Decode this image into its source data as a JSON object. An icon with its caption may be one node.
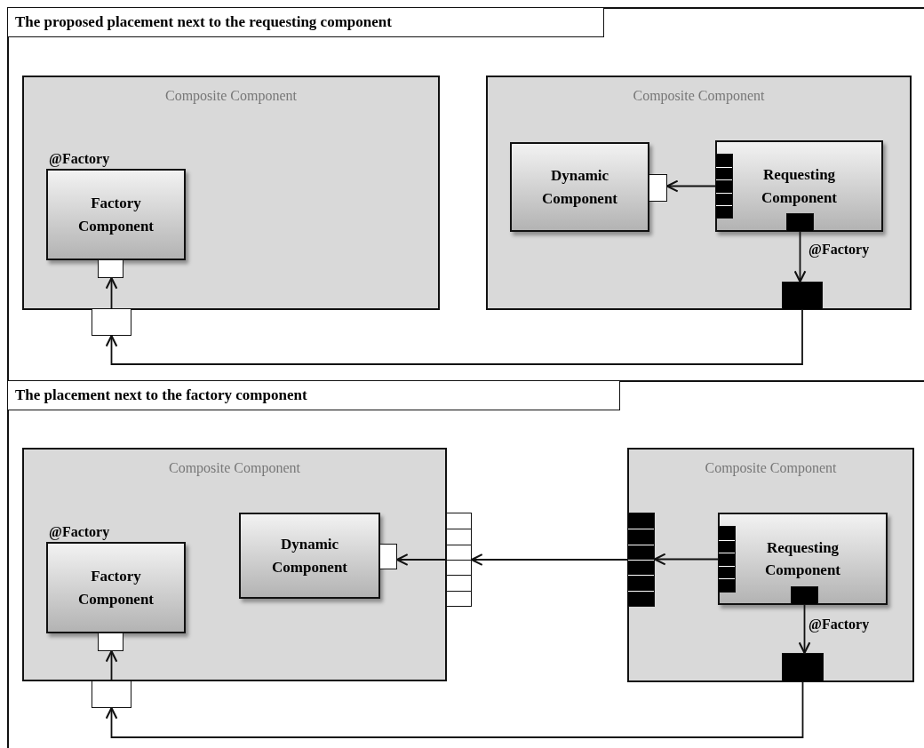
{
  "diagram": {
    "nodes": [
      {
        "text": [
          "The proposed placement next to the requesting component"
        ]
      },
      {
        "text": [
          "Composite Component"
        ],
        "in": 0
      },
      {
        "text": [
          "@Factory",
          "Factory Component"
        ],
        "in": 1
      },
      {
        "text": [],
        "shape": "box",
        "in": 1
      },
      {
        "text": [],
        "shape": "box",
        "in": 0
      },
      {
        "text": [
          "Composite Component"
        ],
        "in": 0
      },
      {
        "text": [
          "Dynamic Component"
        ],
        "in": 5
      },
      {
        "text": [],
        "shape": "box",
        "in": 5
      },
      {
        "text": [
          "Requesting Component"
        ],
        "in": 5
      },
      {
        "text": [],
        "shape": "box",
        "in": 8
      },
      {
        "text": [],
        "shape": "box",
        "in": 8
      },
      {
        "text": [],
        "shape": "box",
        "in": 5
      },
      {
        "text": [
          "The placement next to the factory component"
        ]
      },
      {
        "text": [
          "Composite Component"
        ],
        "in": 12
      },
      {
        "text": [
          "@Factory",
          "Factory Component"
        ],
        "in": 13
      },
      {
        "text": [],
        "shape": "box",
        "in": 13
      },
      {
        "text": [],
        "shape": "box",
        "in": 12
      },
      {
        "text": [
          "Dynamic Component"
        ],
        "in": 13
      },
      {
        "text": [],
        "shape": "box",
        "in": 13
      },
      {
        "text": [],
        "shape": "box",
        "in": 12
      },
      {
        "text": [
          "Composite Component"
        ],
        "in": 12
      },
      {
        "text": [],
        "shape": "box",
        "in": 20
      },
      {
        "text": [
          "Requesting Component"
        ],
        "in": 20
      },
      {
        "text": [],
        "shape": "box",
        "in": 22
      },
      {
        "text": [],
        "shape": "box",
        "in": 22
      },
      {
        "text": [],
        "shape": "box",
        "in": 20
      }
    ],
    "edges": [
      {
        "from": 9,
        "to": 7,
        "arrow": "to"
      },
      {
        "from": 10,
        "to": 11,
        "arrow": "to",
        "label": "@Factory"
      },
      {
        "from": 11,
        "to": 4,
        "arrow": "to"
      },
      {
        "from": 4,
        "to": 3,
        "arrow": "to"
      },
      {
        "from": 23,
        "to": 21,
        "arrow": "to"
      },
      {
        "from": 21,
        "to": 19,
        "arrow": "to"
      },
      {
        "from": 19,
        "to": 18,
        "arrow": "to"
      },
      {
        "from": 24,
        "to": 25,
        "arrow": "to",
        "label": "@Factory"
      },
      {
        "from": 25,
        "to": 16,
        "arrow": "to"
      },
      {
        "from": 16,
        "to": 15,
        "arrow": "to"
      }
    ]
  }
}
